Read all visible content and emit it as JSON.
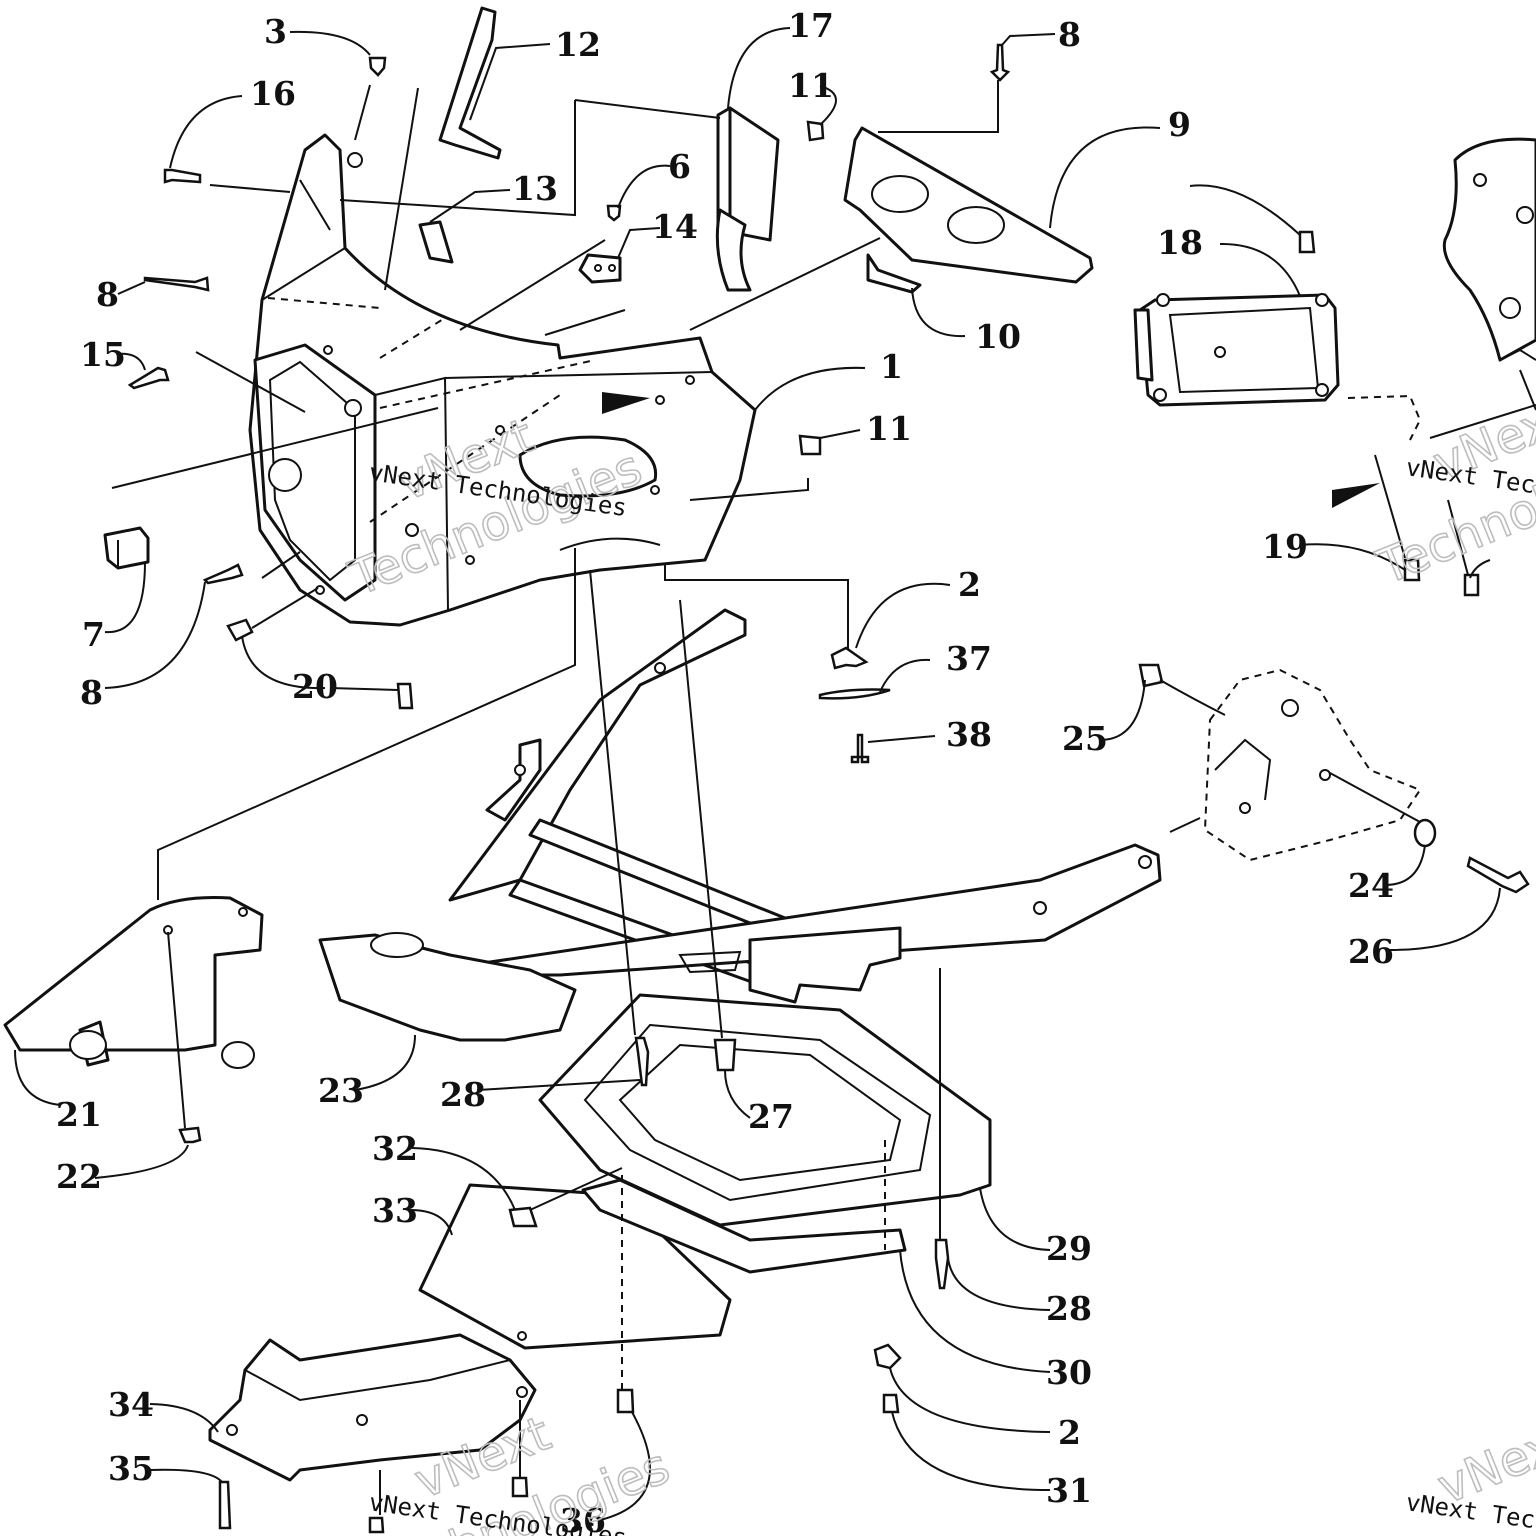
{
  "diagram": {
    "callouts": [
      "3",
      "12",
      "17",
      "8",
      "16",
      "11",
      "9",
      "6",
      "13",
      "14",
      "18",
      "8",
      "10",
      "15",
      "1",
      "11",
      "7",
      "2",
      "20",
      "8",
      "37",
      "38",
      "25",
      "24",
      "26",
      "19",
      "21",
      "23",
      "22",
      "28",
      "27",
      "32",
      "33",
      "29",
      "28",
      "30",
      "34",
      "35",
      "36",
      "2",
      "31"
    ],
    "watermarks": {
      "small": "vNext Technologies",
      "large_word_1": "vNext",
      "large_word_2": "Technologies"
    }
  }
}
